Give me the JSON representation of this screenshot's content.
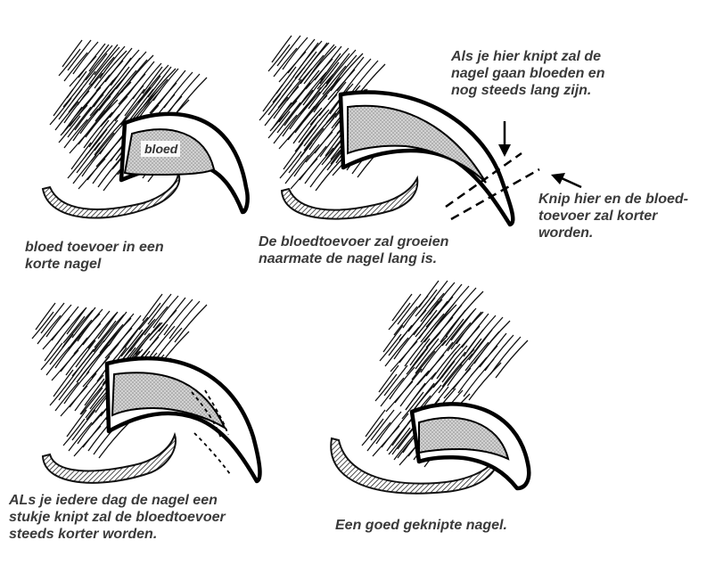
{
  "panels": {
    "short_nail": {
      "label_inside": "bloed",
      "caption": [
        "bloed toevoer in een",
        "korte nagel"
      ]
    },
    "long_nail": {
      "caption": [
        "De bloedtoevoer zal groeien",
        "naarmate de nagel lang is."
      ],
      "callout_bleed": [
        "Als je hier knipt zal de",
        "nagel gaan bloeden en",
        "nog steeds lang zijn."
      ],
      "callout_cut": [
        "Knip hier en de bloed-",
        "toevoer zal korter",
        "worden."
      ]
    },
    "daily_trim": {
      "caption": [
        "ALs je iedere dag de nagel een",
        "stukje knipt zal de bloedtoevoer",
        "steeds korter worden."
      ]
    },
    "good_cut": {
      "caption": [
        "Een goed geknipte nagel."
      ]
    }
  },
  "colors": {
    "caption_text": "#3a3a3a",
    "ink": "#111111",
    "quick_fill": "#c9c9c9"
  }
}
